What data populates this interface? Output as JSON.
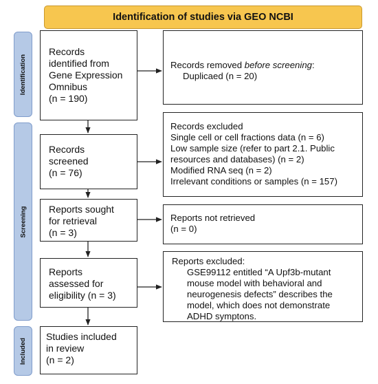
{
  "header": {
    "title": "Identification of studies via GEO NCBI"
  },
  "phases": {
    "identification": "Identification",
    "screening": "Screening",
    "included": "Included"
  },
  "boxes": {
    "identified": [
      "Records",
      "identified from",
      "Gene Expression",
      "Omnibus",
      "(n = 190)"
    ],
    "removed": {
      "lead": "Records removed ",
      "emph": "before screening",
      "tail": ":",
      "item": "Duplicaed (n = 20)"
    },
    "screened": [
      "Records",
      "screened",
      "(n = 76)"
    ],
    "excluded": [
      "Records excluded",
      "Single cell or cell fractions data (n = 6)",
      "Low sample size (refer to part 2.1. Public",
      "resources and databases) (n =  2)",
      "Modified RNA seq (n = 2)",
      "Irrelevant conditions or samples (n = 157)"
    ],
    "sought": [
      "Reports sought",
      "for retrieval",
      "(n = 3)"
    ],
    "not_retrieved": [
      "Reports not retrieved",
      "(n = 0)"
    ],
    "assessed": [
      "Reports",
      "assessed for",
      "eligibility (n = 3)"
    ],
    "reports_excluded": {
      "title": "Reports excluded:",
      "lines": [
        "GSE99112 entitled “A Upf3b-mutant",
        "mouse model with behavioral and",
        "neurogenesis defects” describes the",
        "model, which does not demonstrate",
        "ADHD  symptons."
      ]
    },
    "included": [
      "Studies included",
      "in review",
      "(n = 2)"
    ]
  },
  "colors": {
    "header_fill": "#f7c64f",
    "phase_fill": "#b5c9e6",
    "border": "#222222"
  }
}
